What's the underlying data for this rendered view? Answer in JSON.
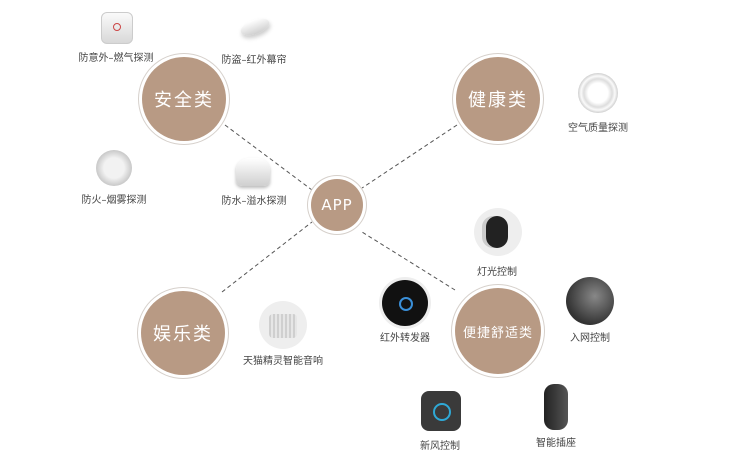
{
  "center": {
    "label": "APP"
  },
  "categories": [
    {
      "label": "安全类"
    },
    {
      "label": "健康类"
    },
    {
      "label": "娱乐类"
    },
    {
      "label": "便捷舒适类"
    }
  ],
  "devices": [
    {
      "label": "防意外–燃气探测",
      "icon": "gas-detector-icon"
    },
    {
      "label": "防盗–红外幕帘",
      "icon": "infrared-curtain-icon"
    },
    {
      "label": "防火–烟雾探测",
      "icon": "smoke-detector-icon"
    },
    {
      "label": "防水–溢水探测",
      "icon": "water-leak-sensor-icon"
    },
    {
      "label": "空气质量探测",
      "icon": "air-quality-sensor-icon"
    },
    {
      "label": "天猫精灵智能音响",
      "icon": "smart-speaker-icon"
    },
    {
      "label": "灯光控制",
      "icon": "light-switch-icon"
    },
    {
      "label": "红外转发器",
      "icon": "ir-blaster-icon"
    },
    {
      "label": "入网控制",
      "icon": "network-control-icon"
    },
    {
      "label": "新风控制",
      "icon": "fresh-air-control-icon"
    },
    {
      "label": "智能插座",
      "icon": "smart-plug-icon"
    }
  ],
  "colors": {
    "hub": "#b89a84",
    "line": "#555555"
  }
}
